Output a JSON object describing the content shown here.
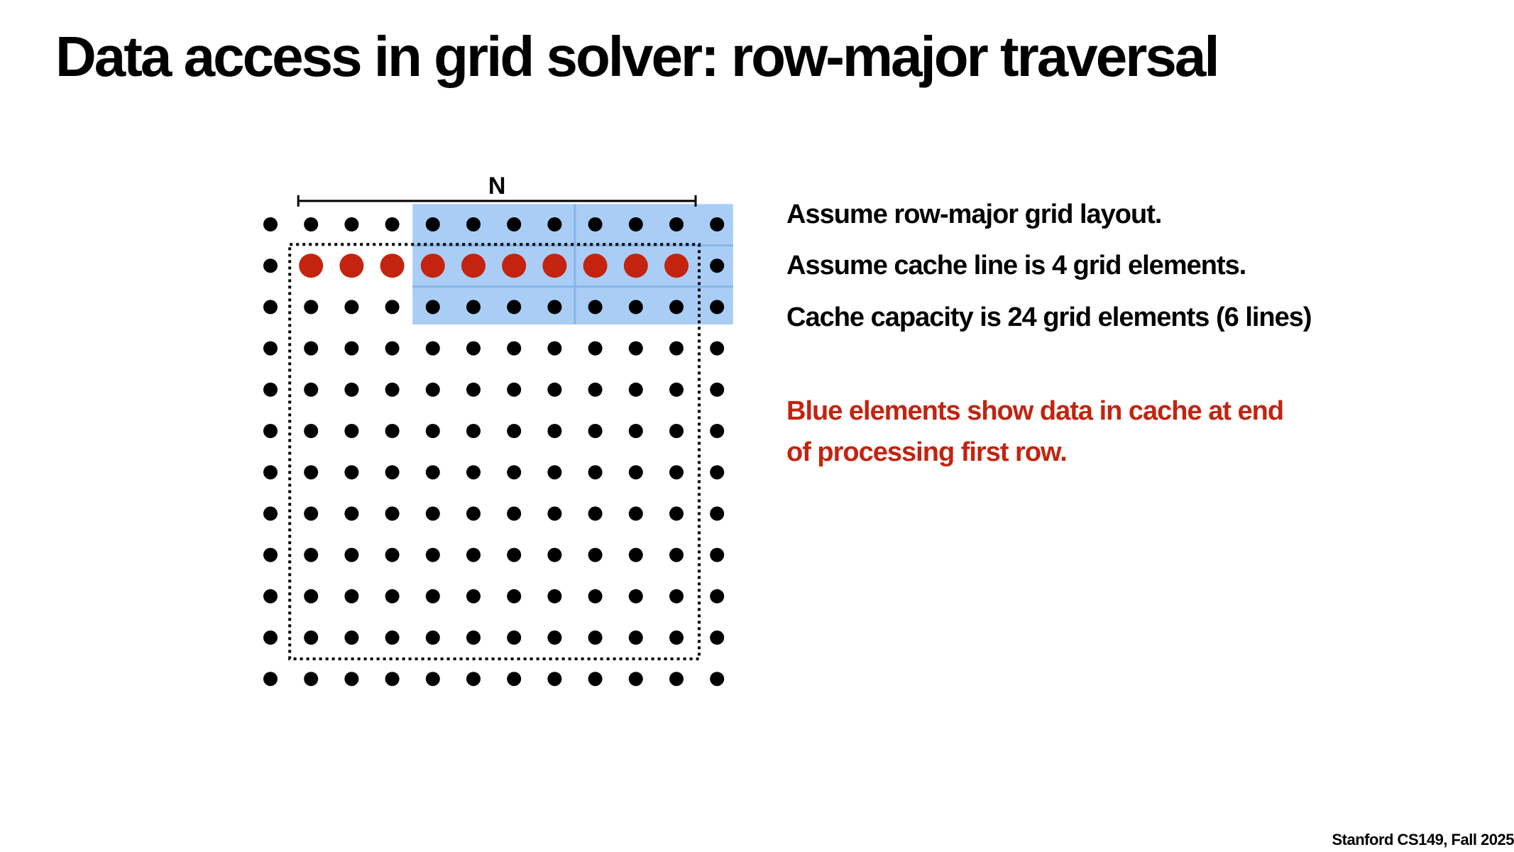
{
  "slide": {
    "title": "Data access in grid solver: row-major traversal",
    "footer": "Stanford CS149, Fall 2025"
  },
  "notes": {
    "line1": "Assume row-major grid layout.",
    "line2": "Assume cache line is 4 grid elements.",
    "line3": "Cache capacity is 24 grid elements (6 lines)",
    "highlight": "Blue elements show data in cache at end of processing first row."
  },
  "diagram": {
    "dimension_label": "N",
    "grid_rows": 12,
    "grid_cols": 12,
    "highlighted_row": 1,
    "highlighted_cols": [
      1,
      10
    ],
    "cache_rows": [
      0,
      2
    ],
    "cache_cols": [
      4,
      11
    ],
    "cache_line_elements": 4,
    "interior_rows": [
      1,
      10
    ],
    "interior_cols": [
      1,
      10
    ],
    "colors": {
      "dot": "#000000",
      "highlight_dot": "#c4230f",
      "cache_fill": "#a9cdf5",
      "cache_divider": "#86b6e8",
      "highlight_text": "#c4230f"
    }
  }
}
